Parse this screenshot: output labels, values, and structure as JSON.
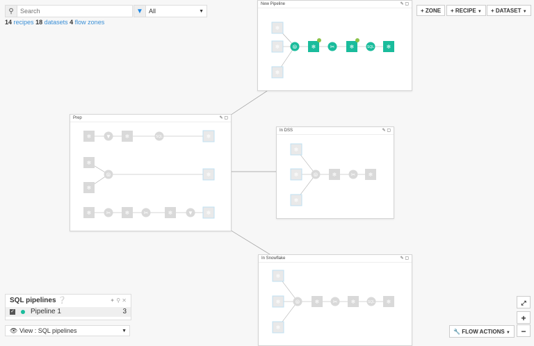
{
  "search": {
    "placeholder": "Search",
    "icon": "search-icon"
  },
  "filter": {
    "selected": "All",
    "icon": "filter-icon"
  },
  "counts": {
    "recipes_n": "14",
    "recipes": "recipes",
    "datasets_n": "18",
    "datasets": "datasets",
    "zones_n": "4",
    "zones": "flow zones"
  },
  "toolbar": {
    "zone": "+ ZONE",
    "recipe": "+ RECIPE",
    "dataset": "+ DATASET"
  },
  "zones": [
    {
      "title": "New Pipeline"
    },
    {
      "title": "Prep"
    },
    {
      "title": "In DSS"
    },
    {
      "title": "In Snowflake"
    }
  ],
  "pipelines": {
    "title": "SQL pipelines",
    "items": [
      {
        "name": "Pipeline 1",
        "count": "3",
        "color": "#1abc9c"
      }
    ],
    "view": "View : SQL pipelines"
  },
  "actions": {
    "flow_actions": "FLOW ACTIONS",
    "zoom_in": "+",
    "zoom_out": "−"
  },
  "colors": {
    "active": "#1abc9c",
    "inactive": "#d9d9d9",
    "badge": "#8bc34a",
    "link": "#3a8fd6"
  }
}
